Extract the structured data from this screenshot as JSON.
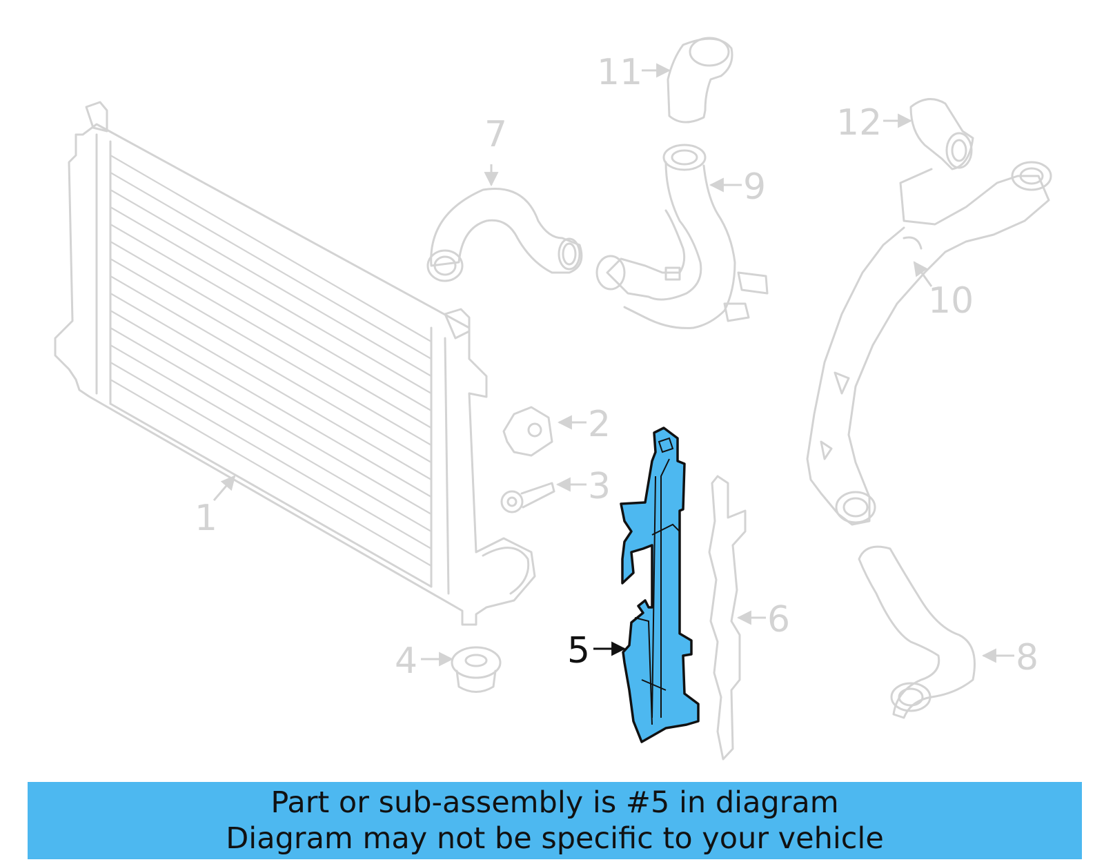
{
  "diagram": {
    "highlighted_part": "5",
    "accent_color": "#4db8f0",
    "callouts": [
      {
        "id": "c1",
        "label": "1"
      },
      {
        "id": "c2",
        "label": "2"
      },
      {
        "id": "c3",
        "label": "3"
      },
      {
        "id": "c4",
        "label": "4"
      },
      {
        "id": "c5",
        "label": "5"
      },
      {
        "id": "c6",
        "label": "6"
      },
      {
        "id": "c7",
        "label": "7"
      },
      {
        "id": "c8",
        "label": "8"
      },
      {
        "id": "c9",
        "label": "9"
      },
      {
        "id": "c10",
        "label": "10"
      },
      {
        "id": "c11",
        "label": "11"
      },
      {
        "id": "c12",
        "label": "12"
      }
    ]
  },
  "banner": {
    "line1": "Part or sub-assembly is #5 in diagram",
    "line2": "Diagram may not be specific to your vehicle"
  }
}
